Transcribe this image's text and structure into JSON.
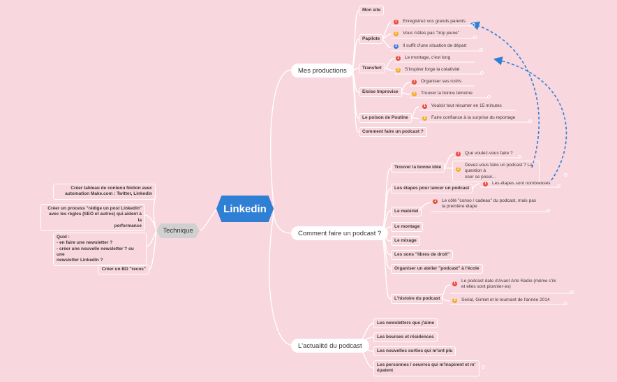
{
  "central": "Linkedin",
  "technique": {
    "label": "Technique",
    "items": [
      "Créer tableau de contenu Notion avec\nautomation Make.com : Twitter, Linkedin",
      "Créer un process \"rédige un post Linkedin\"\navec les règles (SEO et autres) qui aident à la\nperformance",
      "Quid :\n- en faire une newsletter ?\n- créer une nouvelle newsletter ? ou une\nnewsletter Linkedin ?",
      "Créer un BD \"recos\""
    ]
  },
  "productions": {
    "label": "Mes productions",
    "mon_site": "Mon site",
    "papilote": {
      "label": "Papilote",
      "items": [
        "Enregistrez vos grands parents",
        "Vous n'êtes pas \"trop jeune\"",
        "Il suffit d'une situation de départ"
      ]
    },
    "transfert": {
      "label": "Transfert",
      "items": [
        "Le montage, c'est long",
        "S'inspirer forge la créativité"
      ]
    },
    "eloise": {
      "label": "Eloise Improvise",
      "items": [
        "Organiser ses rushs",
        "Trouver la bonne témoine"
      ]
    },
    "poutine": {
      "label": "Le poison de Poutine",
      "items": [
        "Vouloir tout résumer en 15 minutes",
        "Faire confiance à la surprise du reportage"
      ]
    },
    "comment": "Comment faire un podcast ?"
  },
  "podcast": {
    "label": "Comment faire un podcast ?",
    "idee": {
      "label": "Trouver la bonne idée",
      "items": [
        "Que voulez-vous faire ?",
        "Devez-vous faire un podcast ? La question à\noser se poser..."
      ]
    },
    "etapes": {
      "label": "Les étapes pour lancer un podcast",
      "items": [
        "Les étapes sont nombreuses"
      ]
    },
    "materiel": {
      "label": "Le matériel",
      "items": [
        "Le côté \"conso / cadeau\" du podcast, mais pas\nla première étape"
      ]
    },
    "montage": "Le montage",
    "mixage": "Le mixage",
    "sons": "Les sons \"libres de droit\"",
    "atelier": "Organiser un atelier \"podcast\" à l'école",
    "histoire": {
      "label": "L'histoire du podcast",
      "items": [
        "Le podcast date d'Avant Arte Radio (même s'ils\net elles sont pionnier·es)",
        "Serial, Gimlet et le tournant de l'année 2014"
      ]
    }
  },
  "actualite": {
    "label": "L'actualité du podcast",
    "items": [
      "Les newsletters que j'aime",
      "Les bourses et résidences",
      "Les nouvelles sorties qui m'ont plu",
      "Les personnes / oeuvres qui m'inspirent et m'\népatent"
    ]
  },
  "colors": {
    "background": "#f8d7de",
    "central": "#2f7fd5",
    "branch_line": "#ffffff",
    "relation_arrow": "#2f7fd5",
    "badge_1": "#e74c3c",
    "badge_2": "#f0ad24",
    "badge_3": "#3b7ddd"
  }
}
